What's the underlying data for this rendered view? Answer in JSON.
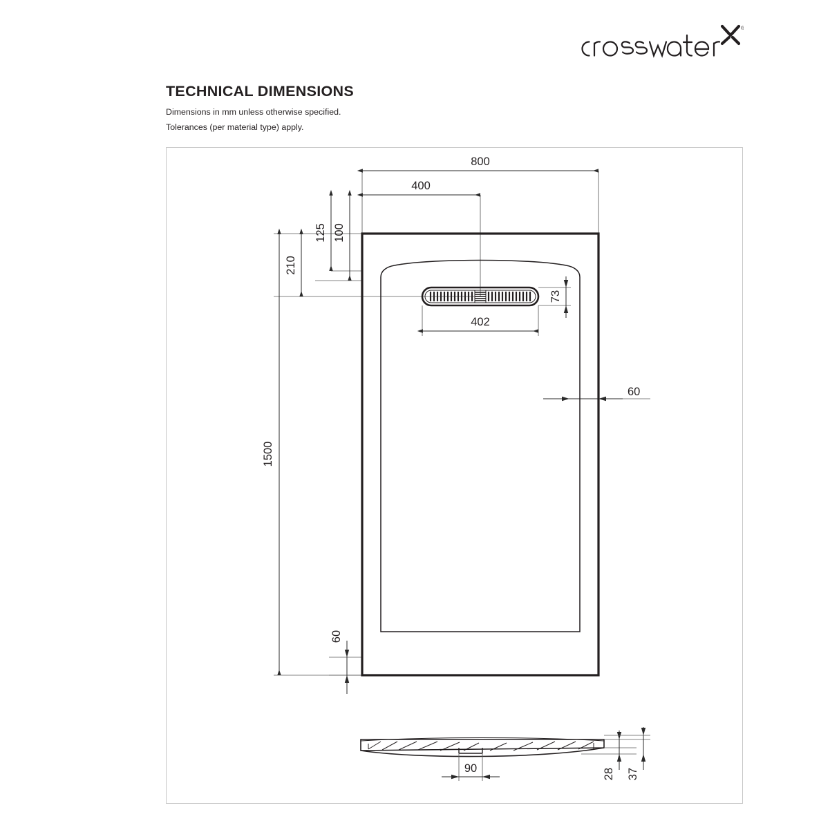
{
  "brand": {
    "wordmark": "crosswater",
    "registered": "®",
    "mark_name": "x-mark"
  },
  "header": {
    "title": "TECHNICAL DIMENSIONS",
    "note_line_1": "Dimensions in mm unless otherwise specified.",
    "note_line_2": "Tolerances (per material type) apply."
  },
  "drawing": {
    "units": "mm",
    "plan_view": {
      "label": "shower-tray-plan",
      "dimensions": {
        "overall_width": "800",
        "overall_length": "1500",
        "drain_centre_from_left": "400",
        "drain_centre_from_top": "210",
        "offset_125": "125",
        "offset_100": "100",
        "waste_length": "402",
        "waste_width": "73",
        "rim_right": "60",
        "rim_bottom": "60"
      }
    },
    "section_view": {
      "label": "shower-tray-section",
      "dimensions": {
        "waste_aperture": "90",
        "height_inner": "28",
        "height_outer": "37"
      }
    }
  },
  "colors": {
    "ink": "#231f20",
    "frame": "#c8c8c8",
    "thin_line": "#3a3a3a",
    "construction_line": "#8c8c8c"
  }
}
